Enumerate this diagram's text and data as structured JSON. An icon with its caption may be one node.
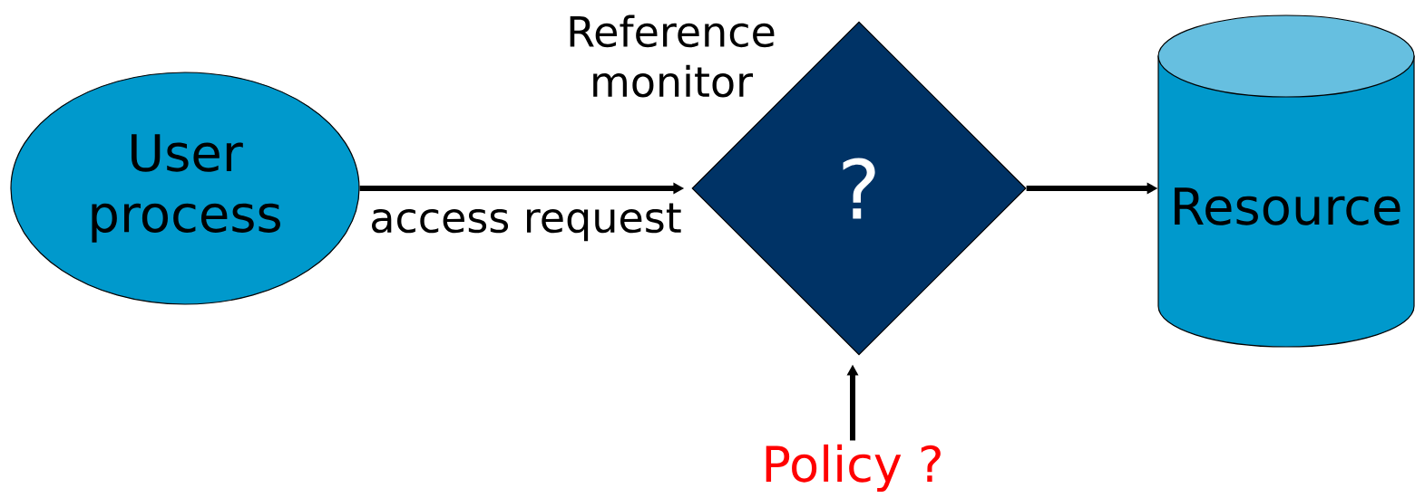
{
  "diagram": {
    "nodes": [
      {
        "text": [
          "User process"
        ]
      },
      {
        "text": [
          "Reference monitor",
          "?"
        ]
      },
      {
        "text": [
          "Resource"
        ]
      },
      {
        "text": [
          "Policy ?"
        ]
      }
    ],
    "edges": [
      {
        "from": 0,
        "to": 1,
        "arrow": "to",
        "label": "access request"
      },
      {
        "from": 1,
        "to": 2,
        "arrow": "to"
      },
      {
        "from": 3,
        "to": 1,
        "arrow": "to"
      }
    ]
  }
}
